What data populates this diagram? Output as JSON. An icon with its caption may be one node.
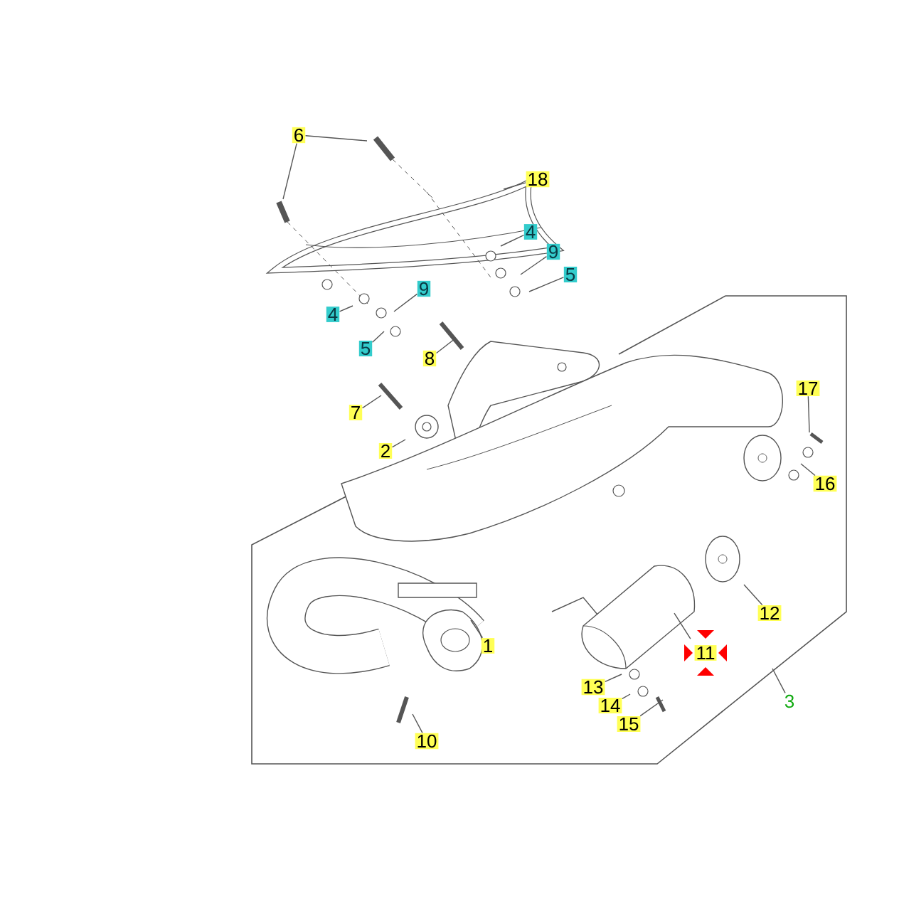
{
  "diagram": {
    "nodes": [
      {
        "text": [
          "6"
        ]
      },
      {
        "text": [
          "18"
        ]
      },
      {
        "text": [
          "4"
        ]
      },
      {
        "text": [
          "9"
        ]
      },
      {
        "text": [
          "5"
        ]
      },
      {
        "text": [
          "9"
        ]
      },
      {
        "text": [
          "4"
        ]
      },
      {
        "text": [
          "5"
        ]
      },
      {
        "text": [
          "8"
        ]
      },
      {
        "text": [
          "7"
        ]
      },
      {
        "text": [
          "2"
        ]
      },
      {
        "text": [
          "17"
        ]
      },
      {
        "text": [
          "16"
        ]
      },
      {
        "text": [
          "1"
        ]
      },
      {
        "text": [
          "12"
        ]
      },
      {
        "text": [
          "11"
        ]
      },
      {
        "text": [
          "13"
        ]
      },
      {
        "text": [
          "14"
        ]
      },
      {
        "text": [
          "15"
        ]
      },
      {
        "text": [
          "3"
        ]
      },
      {
        "text": [
          "10"
        ]
      }
    ],
    "edges": [
      {
        "from": 0,
        "to": null,
        "arrow": "none"
      },
      {
        "from": 0,
        "to": null,
        "arrow": "none"
      },
      {
        "from": 1,
        "to": null,
        "arrow": "none"
      },
      {
        "from": 2,
        "to": null,
        "arrow": "none"
      },
      {
        "from": 3,
        "to": null,
        "arrow": "none"
      },
      {
        "from": 4,
        "to": null,
        "arrow": "none"
      },
      {
        "from": 5,
        "to": null,
        "arrow": "none"
      },
      {
        "from": 6,
        "to": null,
        "arrow": "none"
      },
      {
        "from": 7,
        "to": null,
        "arrow": "none"
      },
      {
        "from": 8,
        "to": null,
        "arrow": "none"
      },
      {
        "from": 9,
        "to": null,
        "arrow": "none"
      },
      {
        "from": 10,
        "to": null,
        "arrow": "none"
      },
      {
        "from": 11,
        "to": null,
        "arrow": "none"
      },
      {
        "from": 12,
        "to": null,
        "arrow": "none"
      },
      {
        "from": 13,
        "to": null,
        "arrow": "none"
      },
      {
        "from": 14,
        "to": null,
        "arrow": "none"
      },
      {
        "from": 15,
        "to": null,
        "arrow": "none"
      },
      {
        "from": 16,
        "to": null,
        "arrow": "none"
      },
      {
        "from": 17,
        "to": null,
        "arrow": "none"
      },
      {
        "from": 18,
        "to": null,
        "arrow": "none"
      },
      {
        "from": 19,
        "to": null,
        "arrow": "none"
      },
      {
        "from": 20,
        "to": null,
        "arrow": "none"
      }
    ]
  }
}
